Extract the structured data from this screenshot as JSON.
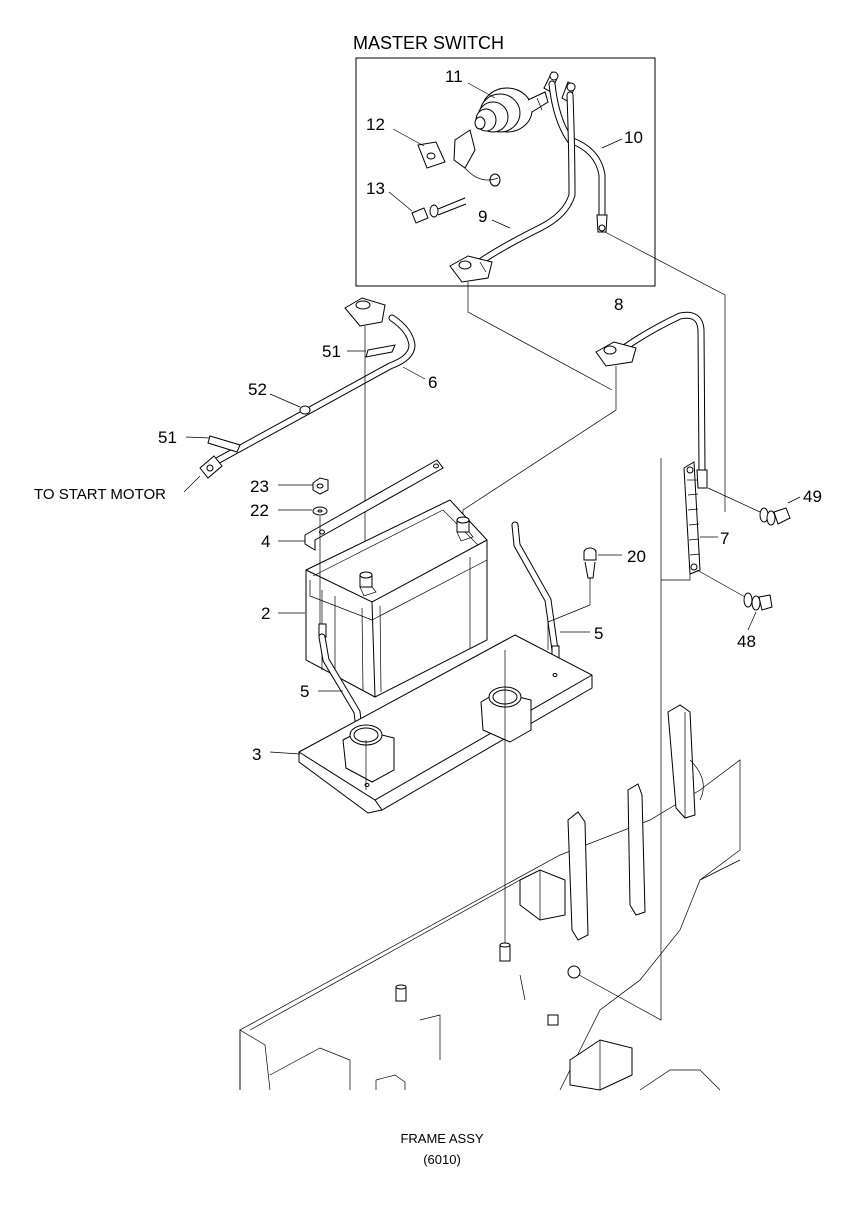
{
  "title": "MASTER SWITCH",
  "side_label": "TO START MOTOR",
  "footer": {
    "line1": "FRAME ASSY",
    "line2": "(6010)"
  },
  "callouts": [
    {
      "id": "c11",
      "text": "11"
    },
    {
      "id": "c12",
      "text": "12"
    },
    {
      "id": "c10",
      "text": "10"
    },
    {
      "id": "c13",
      "text": "13"
    },
    {
      "id": "c9",
      "text": "9"
    },
    {
      "id": "c8",
      "text": "8"
    },
    {
      "id": "c51a",
      "text": "51"
    },
    {
      "id": "c6",
      "text": "6"
    },
    {
      "id": "c52",
      "text": "52"
    },
    {
      "id": "c51b",
      "text": "51"
    },
    {
      "id": "c23",
      "text": "23"
    },
    {
      "id": "c22",
      "text": "22"
    },
    {
      "id": "c4",
      "text": "4"
    },
    {
      "id": "c49",
      "text": "49"
    },
    {
      "id": "c7",
      "text": "7"
    },
    {
      "id": "c20",
      "text": "20"
    },
    {
      "id": "c2",
      "text": "2"
    },
    {
      "id": "c5a",
      "text": "5"
    },
    {
      "id": "c48",
      "text": "48"
    },
    {
      "id": "c5b",
      "text": "5"
    },
    {
      "id": "c3",
      "text": "3"
    }
  ]
}
